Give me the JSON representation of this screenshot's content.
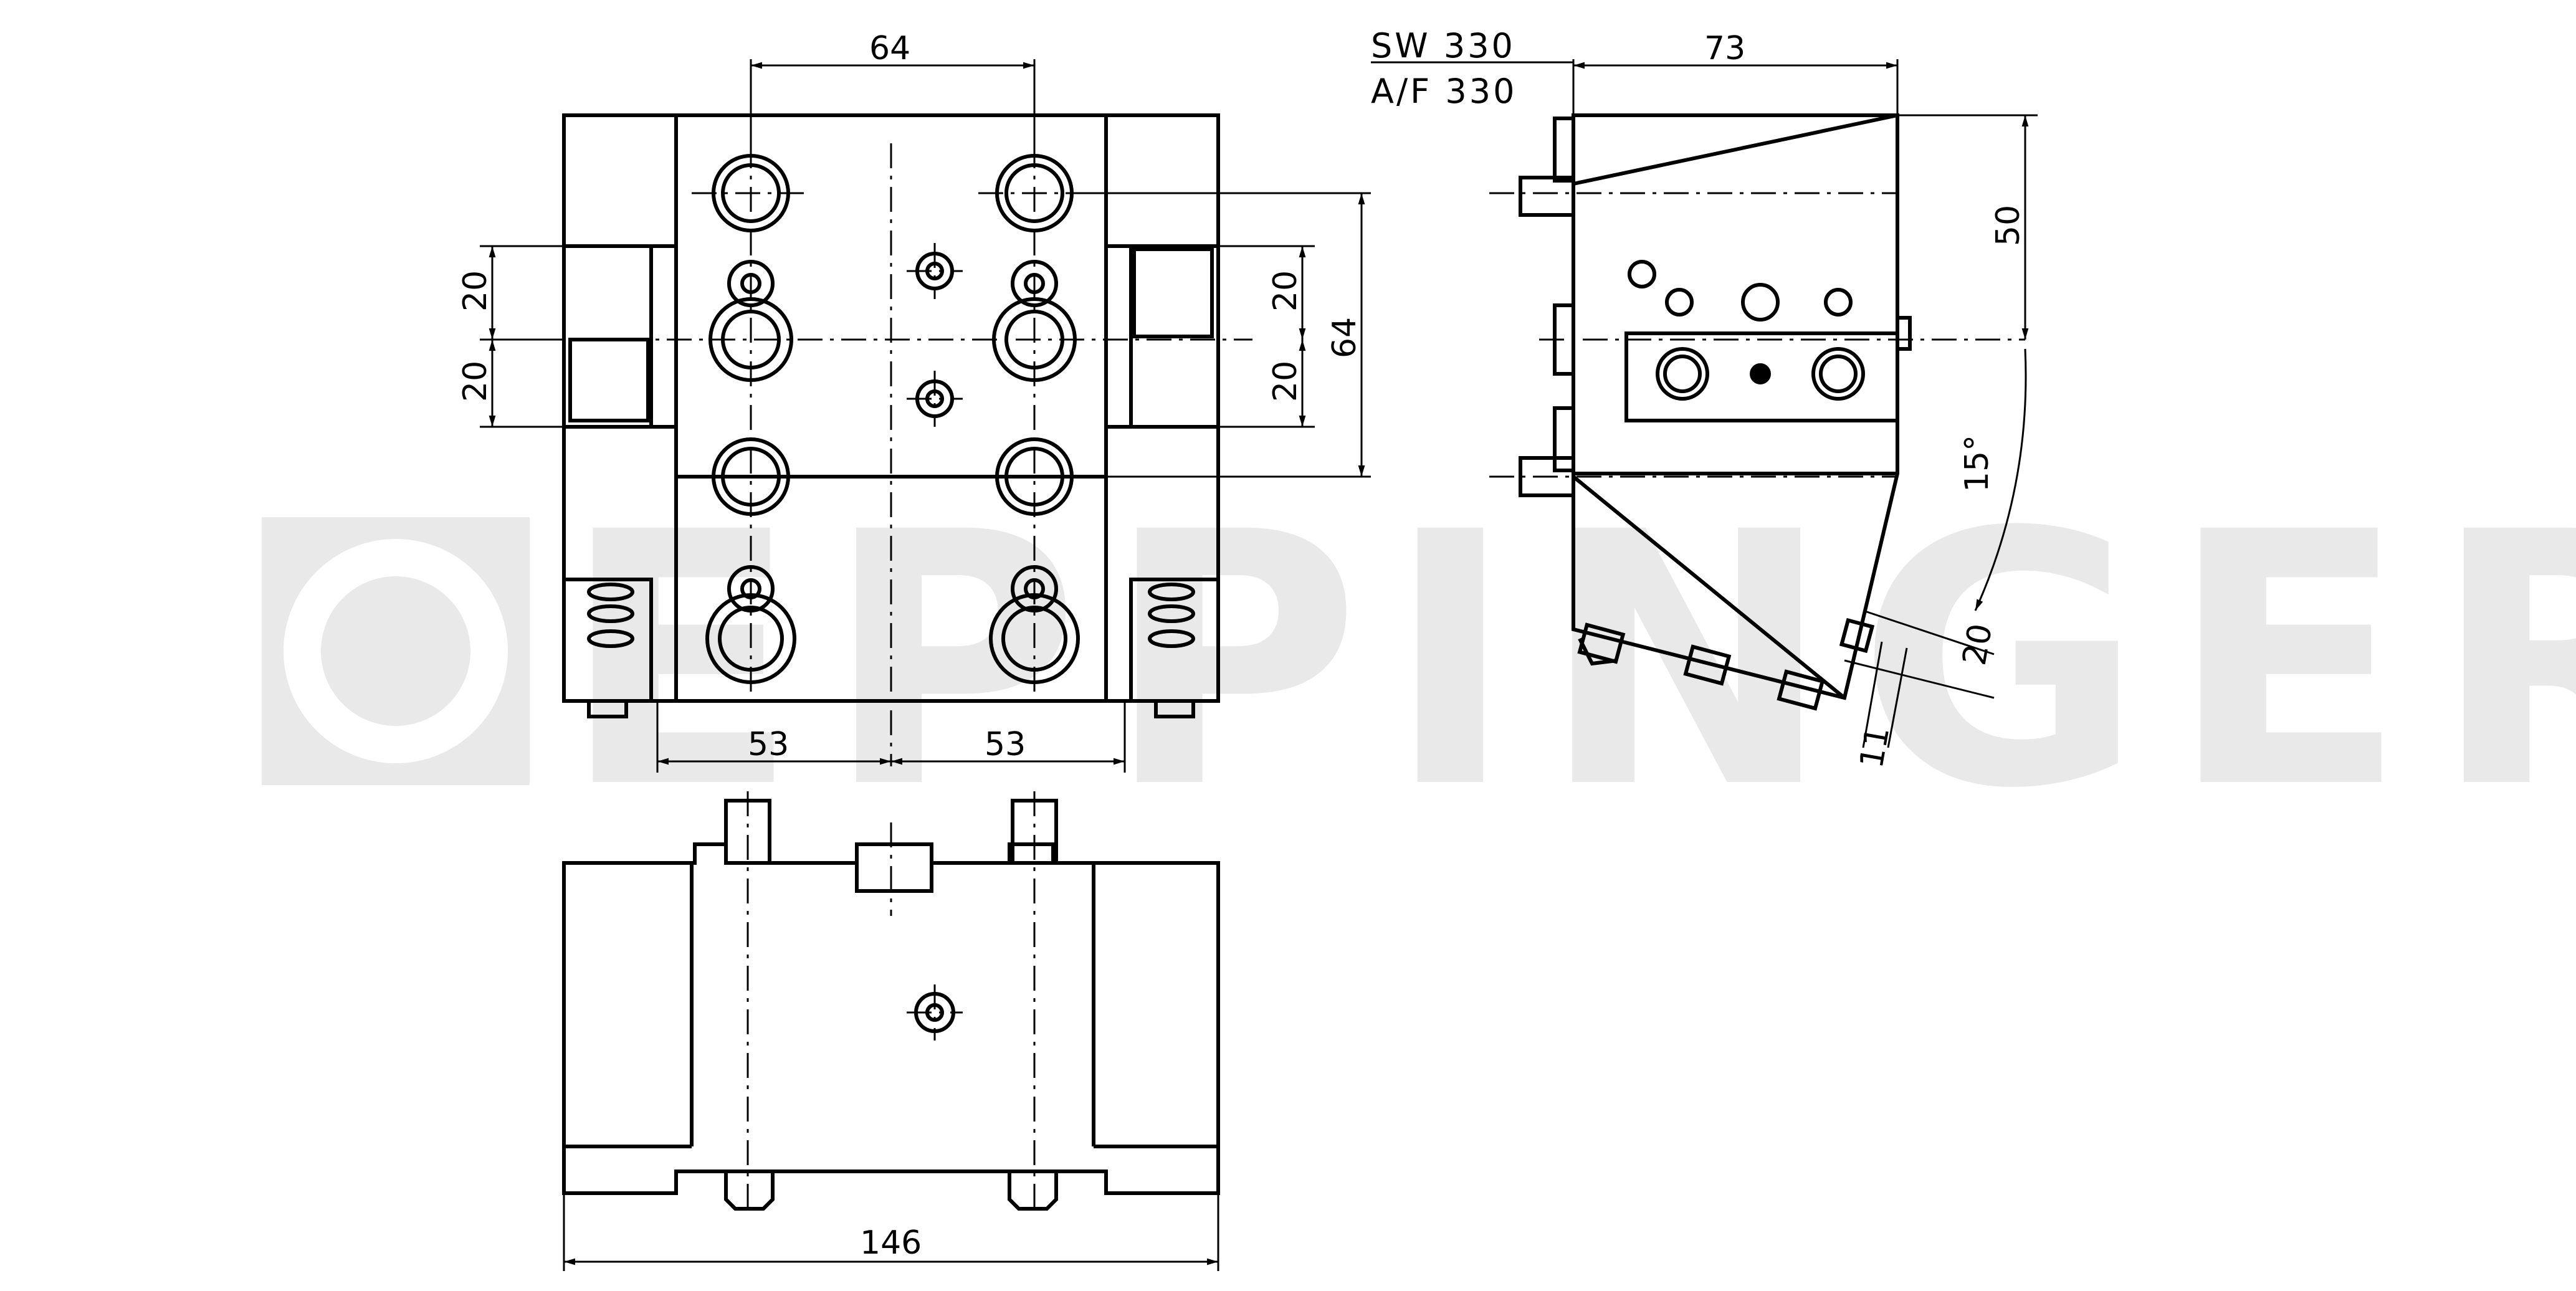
{
  "watermark": {
    "text": "EPPINGER",
    "color": "#e9e9e9"
  },
  "spec": {
    "line1": "SW  330",
    "line2": "A/F  330"
  },
  "dimensions": {
    "front_top_width": "64",
    "front_left_upper": "20",
    "front_left_lower": "20",
    "front_right_upper": "20",
    "front_right_lower": "20",
    "front_right_height": "64",
    "front_bottom_left": "53",
    "front_bottom_right": "53",
    "side_top_width": "73",
    "side_height": "50",
    "side_angle": "15°",
    "side_offset_a": "20",
    "side_offset_b": "11",
    "bottom_width": "146"
  },
  "colors": {
    "line": "#000000",
    "background": "#ffffff"
  }
}
